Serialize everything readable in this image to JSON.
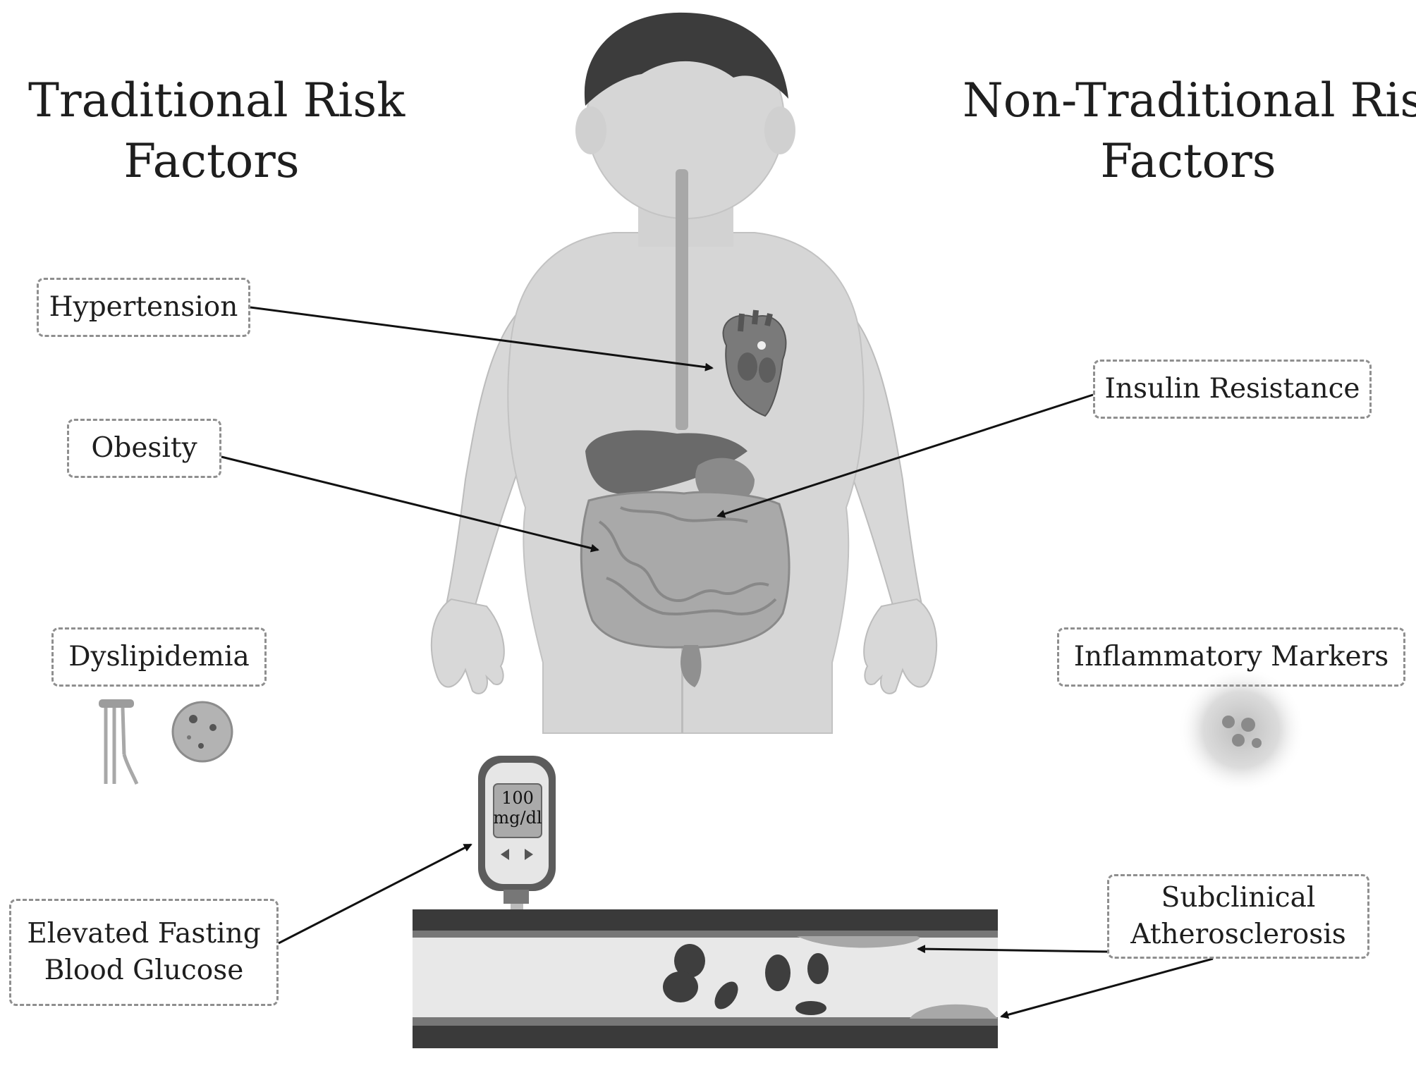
{
  "headings": {
    "traditional": [
      "Traditional Risk",
      "Factors"
    ],
    "non_traditional": [
      "Non-Traditional Risk",
      "Factors"
    ]
  },
  "labels": {
    "hypertension": "Hypertension",
    "obesity": "Obesity",
    "dyslipidemia": "Dyslipidemia",
    "elevated_glucose": [
      "Elevated Fasting",
      "Blood Glucose"
    ],
    "insulin_resistance": "Insulin Resistance",
    "inflammatory_markers": "Inflammatory Markers",
    "subclinical_atherosclerosis": [
      "Subclinical",
      "Atherosclerosis"
    ]
  },
  "glucometer": {
    "reading": "100",
    "unit": "mg/dl"
  },
  "colors": {
    "body_fill": "#d6d6d6",
    "hair": "#3c3c3c",
    "box_border": "#8f8f8f",
    "arrow": "#111111"
  }
}
